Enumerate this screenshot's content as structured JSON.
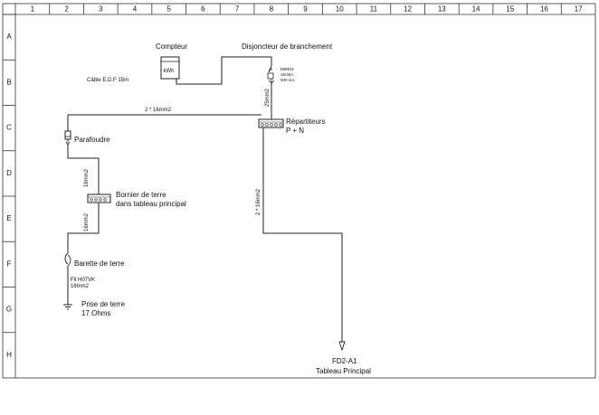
{
  "sheet": {
    "columns": [
      "1",
      "2",
      "3",
      "4",
      "5",
      "6",
      "7",
      "8",
      "9",
      "10",
      "11",
      "12",
      "13",
      "14",
      "15",
      "16",
      "17"
    ],
    "rows": [
      "A",
      "B",
      "C",
      "D",
      "E",
      "F",
      "G",
      "H"
    ]
  },
  "labels": {
    "compteur": "Compteur",
    "kwh": "kWh",
    "disjoncteur": "Disjoncteur de branchement",
    "disj_spec1": "DBR03",
    "disj_spec2": "15/30A",
    "disj_spec3": "500 mA",
    "cable_edf": "Câble E.D.F 15m",
    "cable_main": "2 * 16mm2",
    "cable_25": "25mm2",
    "repartiteurs_1": "Répartiteurs",
    "repartiteurs_2": "P + N",
    "parafoudre": "Parafoudre",
    "cable_16_d": "16mm2",
    "bornier_1": "Bornier de terre",
    "bornier_2": "dans tableau principal",
    "cable_2x16_vert": "2 * 16mm2",
    "cable_16_e": "16mm2",
    "barette": "Barette de terre",
    "fil_1": "Fil H07VK",
    "fil_2": "16mm2",
    "prise_1": "Prise de terre",
    "prise_2": "17 Ohms",
    "fd2": "FD2-A1",
    "tableau": "Tableau Principal"
  }
}
